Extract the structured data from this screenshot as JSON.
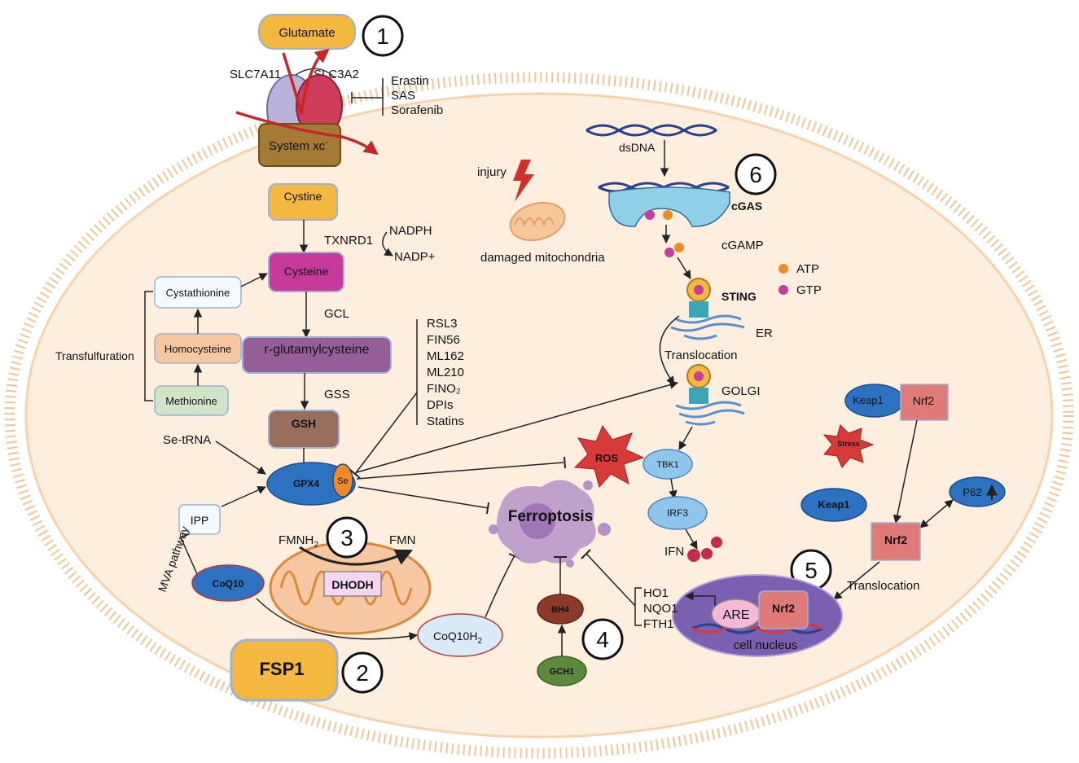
{
  "transporter": {
    "glutamate": "Glutamate",
    "slc7a11": "SLC7A11",
    "slc3a2": "SLC3A2",
    "system_xc": "System xc",
    "system_xc_sup": "-",
    "inhibitors": [
      "Erastin",
      "SAS",
      "Sorafenib"
    ]
  },
  "numbers": [
    "1",
    "2",
    "3",
    "4",
    "5",
    "6"
  ],
  "gsh_axis": {
    "cystine": "Cystine",
    "txnrd1": "TXNRD1",
    "nadph": "NADPH",
    "nadp": "NADP+",
    "cysteine": "Cysteine",
    "gcl": "GCL",
    "glutamylcysteine": "r-glutamylcysteine",
    "gss": "GSS",
    "gsh": "GSH",
    "gpx4": "GPX4",
    "se": "Se",
    "se_trna": "Se-tRNA"
  },
  "transsulfuration": {
    "label": "Transfulfuration",
    "cystathionine": "Cystathionine",
    "homocysteine": "Homocysteine",
    "methionine": "Methionine"
  },
  "gpx4_inhibitors": [
    "RSL3",
    "FIN56",
    "ML162",
    "ML210",
    "FINO₂",
    "DPIs",
    "Statins"
  ],
  "mva": {
    "ipp": "IPP",
    "pathway": "MVA pathway",
    "coq10": "CoQ10",
    "coq10h2": "CoQ10H",
    "coq10h2_sub": "2",
    "fsp1": "FSP1"
  },
  "dhodh": {
    "fmnh2": "FMNH",
    "fmnh2_sub": "2",
    "fmn": "FMN",
    "dhodh": "DHODH"
  },
  "bh4_axis": {
    "bh4": "BH4",
    "gch1": "GCH1"
  },
  "center": {
    "ferroptosis": "Ferroptosis",
    "ros": "ROS"
  },
  "mito": {
    "injury": "injury",
    "damaged": "damaged mitochondria"
  },
  "cgas": {
    "dsdna": "dsDNA",
    "cgas": "cGAS",
    "cgamp": "cGAMP",
    "atp": "ATP",
    "gtp": "GTP",
    "sting": "STING",
    "er": "ER",
    "translocation": "Translocation",
    "golgi": "GOLGI",
    "tbk1": "TBK1",
    "irf3": "IRF3",
    "ifn": "IFN"
  },
  "nrf2_axis": {
    "keap1": "Keap1",
    "nrf2": "Nrf2",
    "stress": "Stress",
    "p62": "P62",
    "translocation": "Translocation",
    "are": "ARE",
    "nucleus": "cell nucleus",
    "targets": [
      "HO1",
      "NQO1",
      "FTH1"
    ]
  },
  "colors": {
    "cell_fill": "#fdeede",
    "membrane": "#f5c89a",
    "orange_box": "#f4b740",
    "magenta": "#c83c9a",
    "purple_box": "#955e99",
    "brown_box": "#9a6e5e",
    "blue_oval": "#2d72c0",
    "red_arrow": "#c62828",
    "nucleus": "#7a60b0",
    "nrf2_box": "#e07a78"
  }
}
